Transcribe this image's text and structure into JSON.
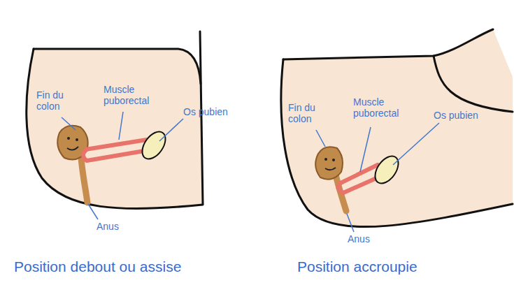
{
  "diagram": {
    "labels": [
      "Fin du colon",
      "Muscle puborectal",
      "Os pubien",
      "Anus",
      "Position debout ou assise",
      "Fin du colon",
      "Muscle puborectal",
      "Os pubien",
      "Anus",
      "Position accroupie"
    ]
  }
}
